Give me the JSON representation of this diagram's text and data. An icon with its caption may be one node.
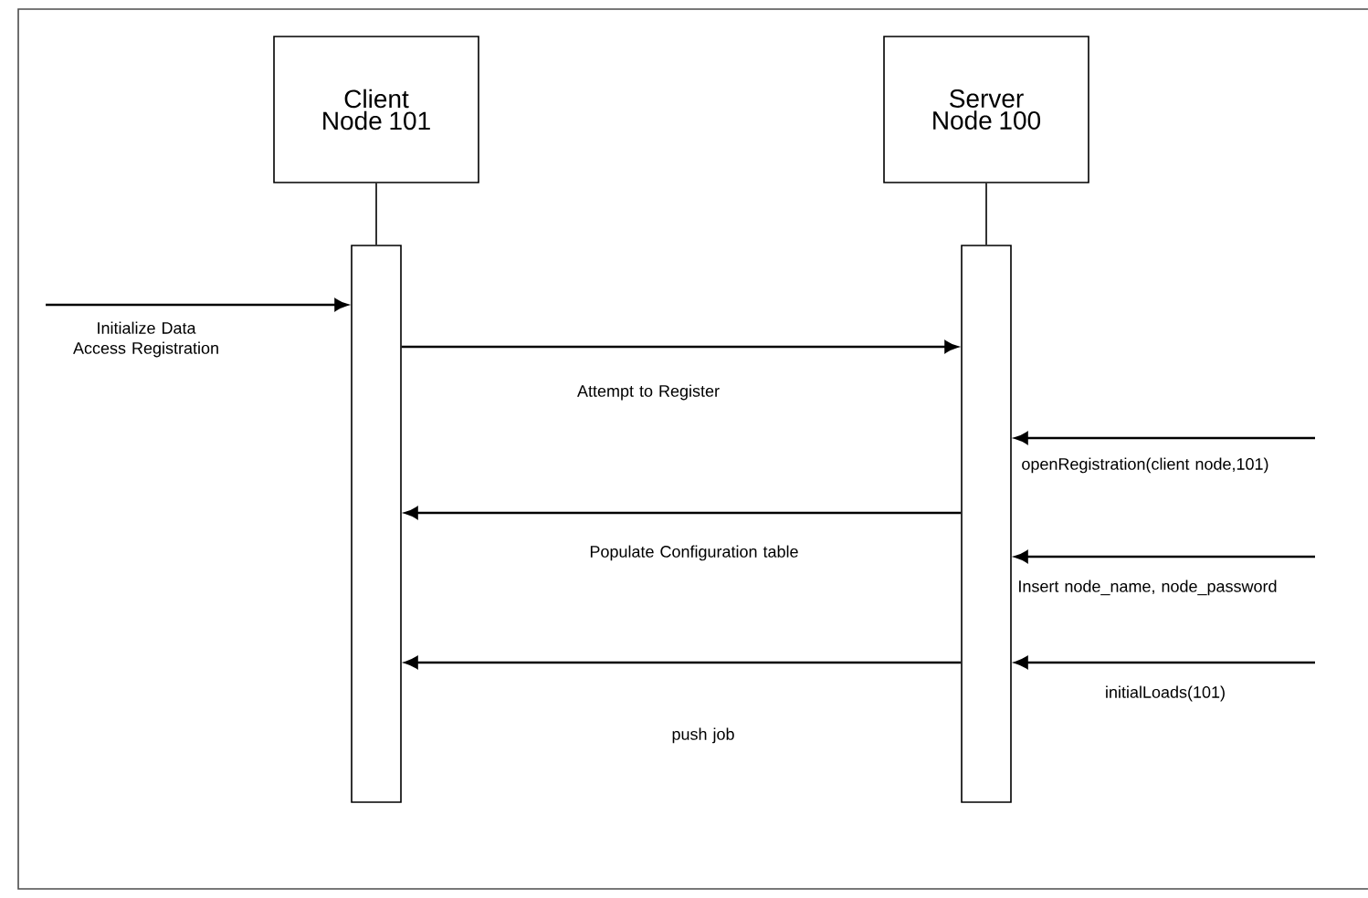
{
  "diagram": {
    "nodes": [
      {
        "text": [
          "Client Node 101"
        ]
      },
      {
        "text": [
          "Server Node 100"
        ]
      },
      {
        "text": [],
        "shape": "bar"
      },
      {
        "text": [],
        "shape": "bar"
      }
    ],
    "edges": [
      {
        "from": 0,
        "to": 2,
        "arrow": "none"
      },
      {
        "from": 1,
        "to": 3,
        "arrow": "none"
      },
      {
        "from": null,
        "to": 2,
        "arrow": "to",
        "label": "Initialize Data Access Registration"
      },
      {
        "from": 2,
        "to": 3,
        "arrow": "to",
        "label": "Attempt to Register"
      },
      {
        "from": null,
        "to": 3,
        "arrow": "to",
        "label": "openRegistration(client node,101)"
      },
      {
        "from": 3,
        "to": 2,
        "arrow": "to",
        "label": "Populate Configuration table"
      },
      {
        "from": null,
        "to": 3,
        "arrow": "to",
        "label": "Insert node_name, node_password"
      },
      {
        "from": null,
        "to": 3,
        "arrow": "to",
        "label": "initialLoads(101)"
      },
      {
        "from": 3,
        "to": 2,
        "arrow": "to",
        "label": "push job"
      }
    ]
  }
}
